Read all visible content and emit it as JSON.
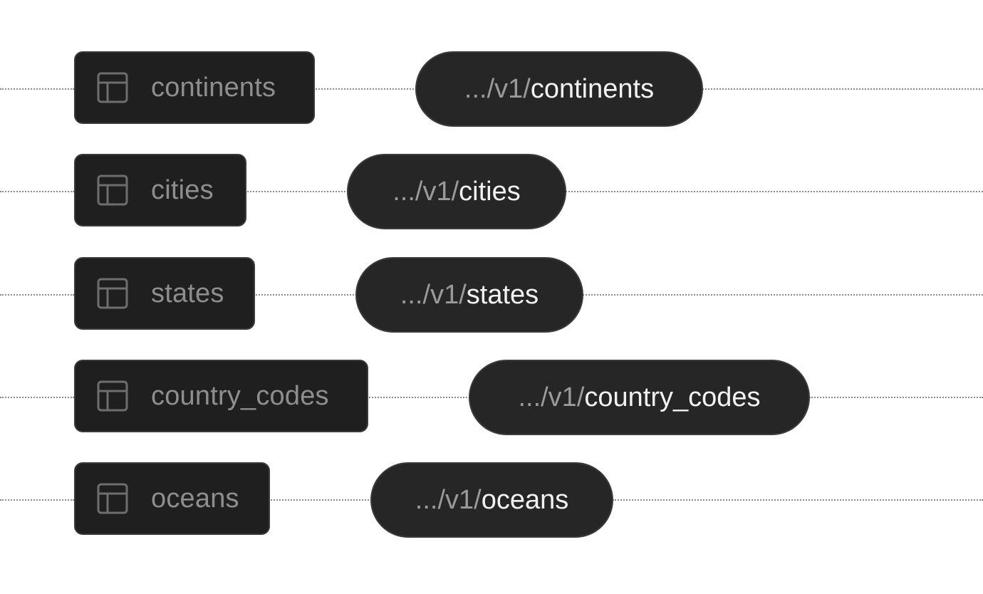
{
  "rows": [
    {
      "table": "continents",
      "prefix": ".../v1/",
      "endpoint": "continents"
    },
    {
      "table": "cities",
      "prefix": ".../v1/",
      "endpoint": "cities"
    },
    {
      "table": "states",
      "prefix": ".../v1/",
      "endpoint": "states"
    },
    {
      "table": "country_codes",
      "prefix": ".../v1/",
      "endpoint": "country_codes"
    },
    {
      "table": "oceans",
      "prefix": ".../v1/",
      "endpoint": "oceans"
    }
  ],
  "colors": {
    "node_bg": "#1f1f1f",
    "pill_bg": "#262626",
    "dotted_line": "#8a8a8a",
    "muted_text": "#8e8e8e",
    "bright_text": "#f2f2f2"
  },
  "icons": {
    "table_node": "table-icon"
  }
}
